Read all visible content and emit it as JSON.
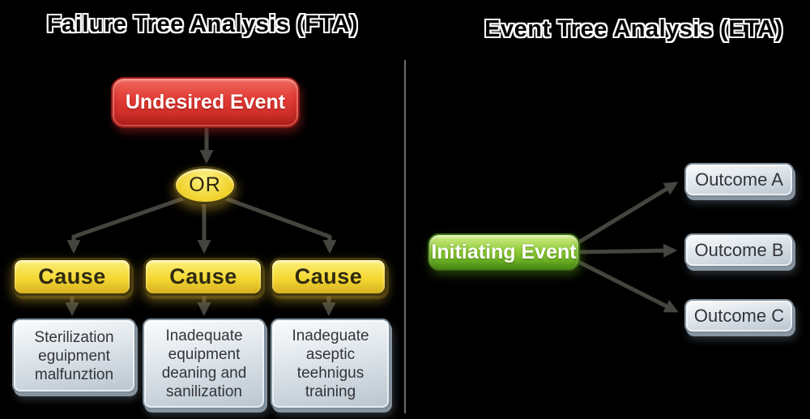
{
  "fta": {
    "title": "Failure Tree Analysis (FTA)",
    "top_event": {
      "label": "Undesired Event",
      "color": "#e03a33",
      "text_color": "#ffffff"
    },
    "gate": {
      "label": "OR",
      "color": "#f1d32e",
      "text_color": "#2b240f"
    },
    "causes": [
      {
        "label": "Cause"
      },
      {
        "label": "Cause"
      },
      {
        "label": "Cause"
      }
    ],
    "details": [
      {
        "lines": [
          "Sterilization",
          "eguipment",
          "malfunztion"
        ]
      },
      {
        "lines": [
          "Inadequate",
          "equipment",
          "deaning and",
          "sanilization"
        ]
      },
      {
        "lines": [
          "Inadeguate",
          "aseptic",
          "teehnigus",
          "training"
        ]
      }
    ]
  },
  "eta": {
    "title": "Event Tree Analysis (ETA)",
    "initiating_event": {
      "label": "Initiating Event",
      "color": "#8bc832",
      "text_color": "#ffffff"
    },
    "outcomes": [
      {
        "label": "Outcome A"
      },
      {
        "label": "Outcome B"
      },
      {
        "label": "Outcome C"
      }
    ]
  },
  "colors": {
    "background": "#000000",
    "cause_fill": "#f5d832",
    "detail_fill": "#dee5eb",
    "connector": "#45443e",
    "divider": "#6b6b6b",
    "title_fill": "#000000",
    "title_outline": "#ffffff"
  }
}
